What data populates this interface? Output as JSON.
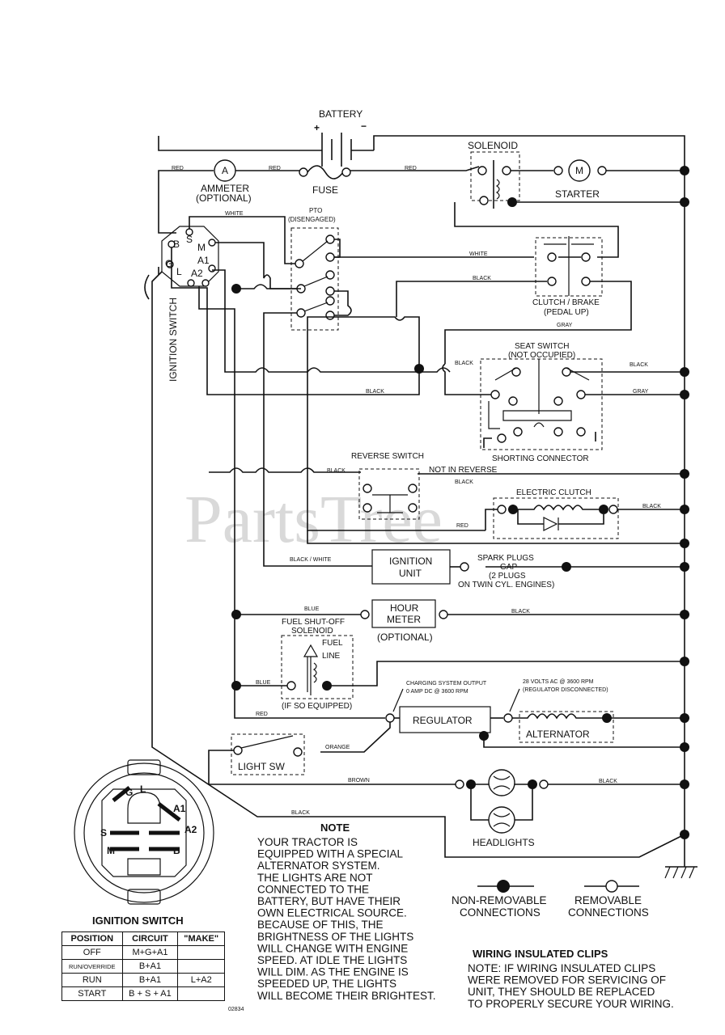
{
  "watermark": "PartsTree",
  "components": {
    "battery": "BATTERY",
    "solenoid": "SOLENOID",
    "starter": "STARTER",
    "starter_symbol": "M",
    "ammeter_symbol": "A",
    "ammeter": "AMMETER",
    "ammeter_optional": "(OPTIONAL)",
    "fuse": "FUSE",
    "pto": "PTO",
    "pto_state": "(DISENGAGED)",
    "clutch_brake": "CLUTCH / BRAKE",
    "clutch_brake_state": "(PEDAL UP)",
    "seat_switch": "SEAT SWITCH",
    "seat_switch_state": "(NOT OCCUPIED)",
    "shorting_connector": "SHORTING CONNECTOR",
    "ignition_switch_vertical": "IGNITION SWITCH",
    "reverse_switch": "REVERSE SWITCH",
    "not_in_reverse": "NOT IN REVERSE",
    "electric_clutch": "ELECTRIC CLUTCH",
    "ignition_unit_1": "IGNITION",
    "ignition_unit_2": "UNIT",
    "spark_plugs_1": "SPARK PLUGS",
    "spark_plugs_2": "GAP",
    "spark_plugs_3": "(2 PLUGS",
    "spark_plugs_4": "ON TWIN CYL. ENGINES)",
    "hour_meter_1": "HOUR",
    "hour_meter_2": "METER",
    "hour_meter_optional": "(OPTIONAL)",
    "fuel_solenoid_1": "FUEL SHUT-OFF",
    "fuel_solenoid_2": "SOLENOID",
    "fuel_line_1": "FUEL",
    "fuel_line_2": "LINE",
    "if_equipped": "(IF SO EQUIPPED)",
    "charging_output_1": "CHARGING SYSTEM OUTPUT",
    "charging_output_2": "0 AMP DC @ 3600 RPM",
    "ac_output_1": "28 VOLTS AC @ 3600 RPM",
    "ac_output_2": "(REGULATOR DISCONNECTED)",
    "regulator": "REGULATOR",
    "alternator": "ALTERNATOR",
    "light_switch": "LIGHT SW",
    "headlights": "HEADLIGHTS"
  },
  "terminals": {
    "b": "B",
    "s": "S",
    "m": "M",
    "g": "G",
    "l": "L",
    "a1": "A1",
    "a2": "A2"
  },
  "wire_colors": {
    "red_1": "RED",
    "red_2": "RED",
    "red_3": "RED",
    "red_4": "RED",
    "red_5": "RED",
    "white_1": "WHITE",
    "white_2": "WHITE",
    "black_1": "BLACK",
    "black_2": "BLACK",
    "black_3": "BLACK",
    "black_4": "BLACK",
    "black_5": "BLACK",
    "black_6": "BLACK",
    "black_7": "BLACK",
    "black_8": "BLACK",
    "black_9": "BLACK",
    "black_10": "BLACK",
    "gray_1": "GRAY",
    "gray_2": "GRAY",
    "black_white": "BLACK / WHITE",
    "blue_1": "BLUE",
    "blue_2": "BLUE",
    "orange": "ORANGE",
    "brown": "BROWN"
  },
  "ignition_face": {
    "g": "G",
    "l": "L",
    "a1": "A1",
    "s": "S",
    "a2": "A2",
    "m": "M",
    "b": "B"
  },
  "ignition_switch_title": "IGNITION SWITCH",
  "ignition_table": {
    "headers": [
      "POSITION",
      "CIRCUIT",
      "\"MAKE\""
    ],
    "rows": [
      {
        "position": "OFF",
        "circuit": "M+G+A1",
        "make": ""
      },
      {
        "position": "RUN/OVERRIDE",
        "circuit": "B+A1",
        "make": ""
      },
      {
        "position": "RUN",
        "circuit": "B+A1",
        "make": "L+A2"
      },
      {
        "position": "START",
        "circuit": "B + S + A1",
        "make": ""
      }
    ]
  },
  "part_code": "02834",
  "note": {
    "title": "NOTE",
    "lines": [
      "YOUR TRACTOR IS",
      "EQUIPPED WITH A SPECIAL",
      "ALTERNATOR SYSTEM.",
      "THE LIGHTS ARE NOT",
      "CONNECTED TO THE",
      "BATTERY, BUT HAVE THEIR",
      "OWN ELECTRICAL SOURCE.",
      "BECAUSE OF THIS, THE",
      "BRIGHTNESS OF THE LIGHTS",
      "WILL CHANGE WITH ENGINE",
      "SPEED.  AT IDLE THE LIGHTS",
      "WILL DIM.  AS THE ENGINE IS",
      "SPEEDED UP, THE LIGHTS",
      "WILL BECOME THEIR BRIGHTEST."
    ]
  },
  "legend": {
    "non_removable_1": "NON-REMOVABLE",
    "non_removable_2": "CONNECTIONS",
    "removable_1": "REMOVABLE",
    "removable_2": "CONNECTIONS"
  },
  "clips": {
    "title": "WIRING INSULATED CLIPS",
    "lines": [
      "NOTE: IF WIRING INSULATED CLIPS",
      "WERE REMOVED FOR SERVICING OF",
      "UNIT, THEY SHOULD BE REPLACED",
      "TO PROPERLY SECURE YOUR WIRING."
    ]
  }
}
